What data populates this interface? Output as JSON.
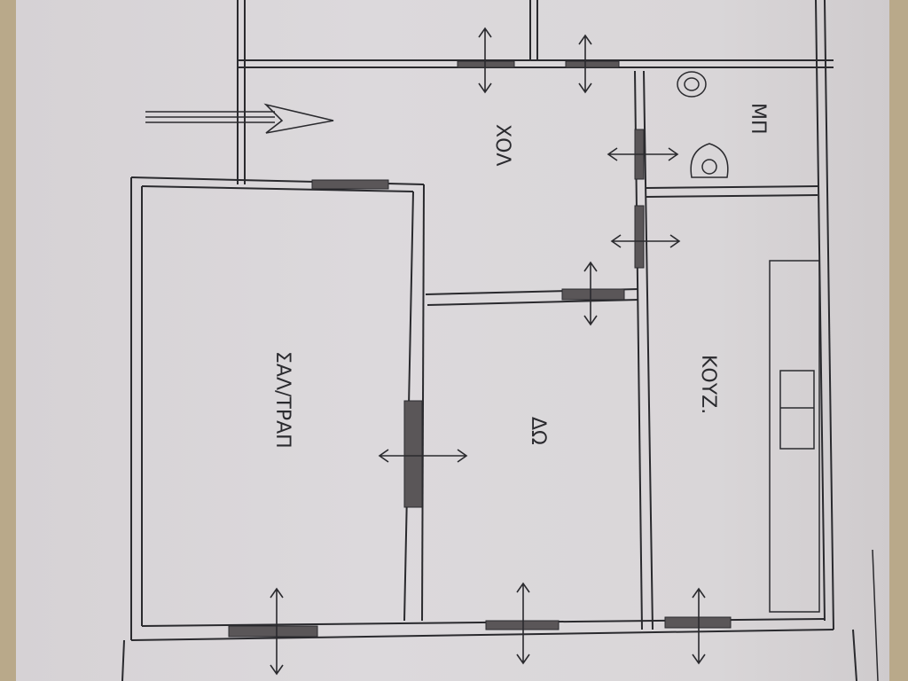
{
  "rooms": {
    "hall": "ΧΟΛ",
    "living_dining": "ΣΑΛ/ΤΡΑΠ",
    "bedroom": "ΔΩ",
    "kitchen": "ΚΟΥΖ.",
    "bathroom": "ΜΠ"
  },
  "colors": {
    "paper": "#d9d6d8",
    "ink": "#2a2a2e"
  }
}
